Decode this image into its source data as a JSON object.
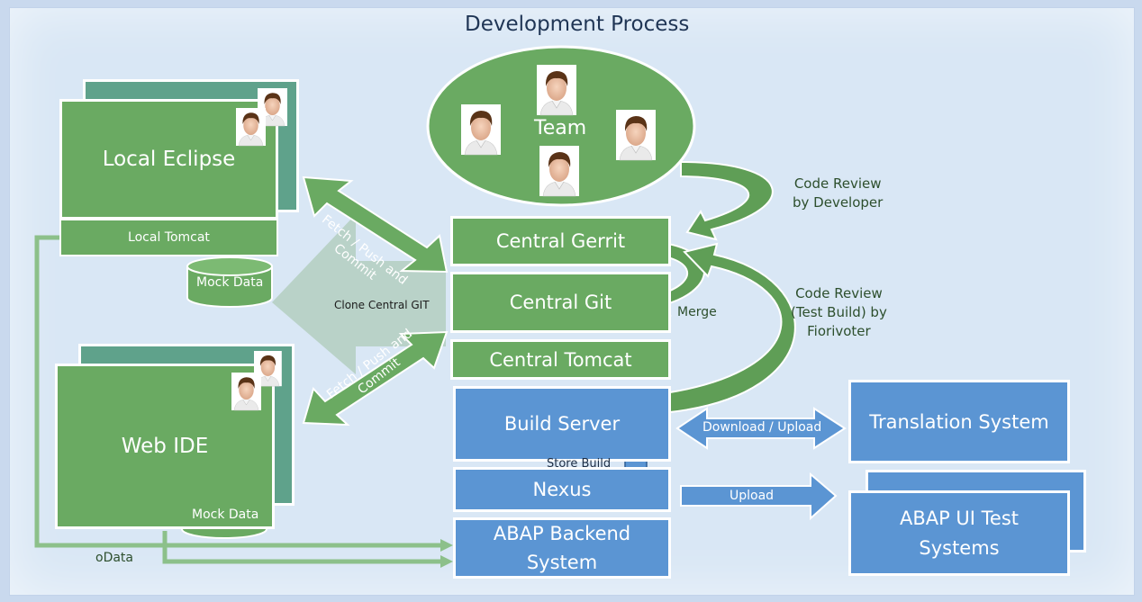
{
  "title": "Development Process",
  "team": {
    "label": "Team"
  },
  "local_eclipse": {
    "title": "Local Eclipse",
    "tomcat": "Local Tomcat",
    "mock": "Mock Data"
  },
  "web_ide": {
    "title": "Web IDE",
    "mock": "Mock Data"
  },
  "central": {
    "gerrit": "Central Gerrit",
    "git": "Central Git",
    "tomcat": "Central Tomcat",
    "build": "Build Server",
    "nexus": "Nexus",
    "abap": [
      "ABAP Backend",
      "System"
    ]
  },
  "translation": "Translation System",
  "abap_ui": [
    "ABAP UI Test",
    "Systems"
  ],
  "arrows": {
    "fetch1": [
      "Fetch / Push and",
      "Commit"
    ],
    "fetch2": [
      "Fetch / Push and",
      "Commit"
    ],
    "clone": "Clone Central GIT",
    "download": "Download / Upload",
    "upload": "Upload",
    "store": "Store Build",
    "merge": "Merge",
    "odata": "oData"
  },
  "notes": {
    "review_dev": [
      "Code Review",
      "by Developer"
    ],
    "review_build": [
      "Code Review",
      "(Test Build) by",
      "Fiorivoter"
    ]
  },
  "colors": {
    "green": "#6aaa62",
    "blue": "#5b95d3",
    "teal": "#5fa28b",
    "clone": "#b9d2c8",
    "arrow": "#6aaa62"
  }
}
